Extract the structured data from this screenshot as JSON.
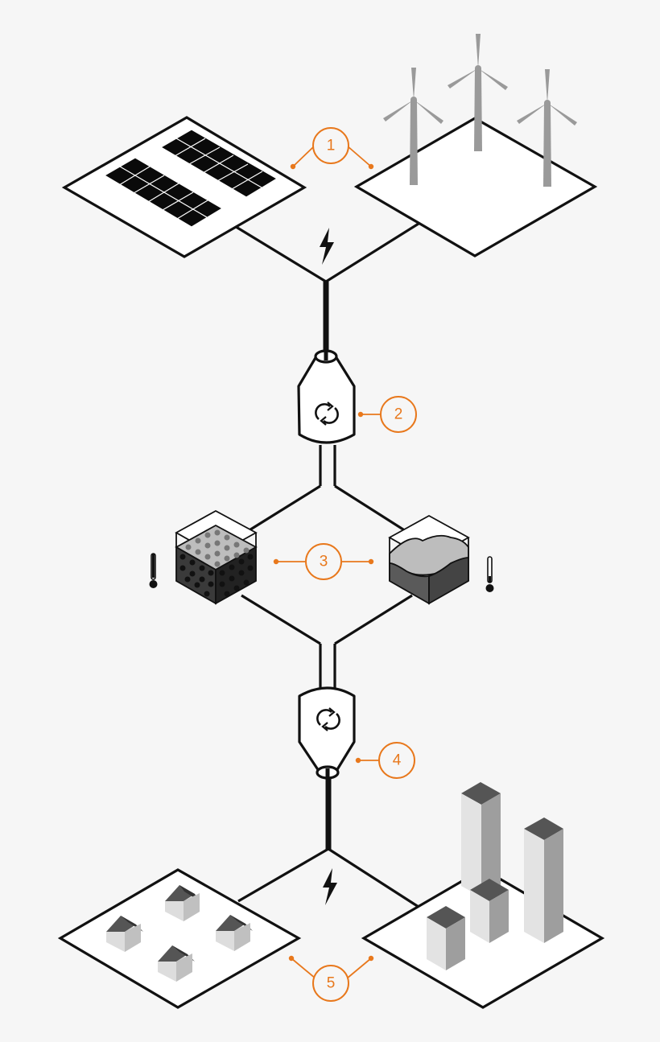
{
  "markers": [
    {
      "label": "1",
      "name": "marker-1-generation"
    },
    {
      "label": "2",
      "name": "marker-2-charging"
    },
    {
      "label": "3",
      "name": "marker-3-storage"
    },
    {
      "label": "4",
      "name": "marker-4-discharging"
    },
    {
      "label": "5",
      "name": "marker-5-consumption"
    }
  ],
  "colors": {
    "accent": "#e8781c",
    "line": "#111111",
    "background": "#f6f6f6",
    "turbine": "#9a9a9a"
  },
  "icons": [
    "solar-panel-icon",
    "wind-turbine-icon",
    "lightning-bolt-icon",
    "converter-icon",
    "refresh-icon",
    "thermometer-icon",
    "storage-tank-icon",
    "house-icon",
    "building-icon"
  ]
}
